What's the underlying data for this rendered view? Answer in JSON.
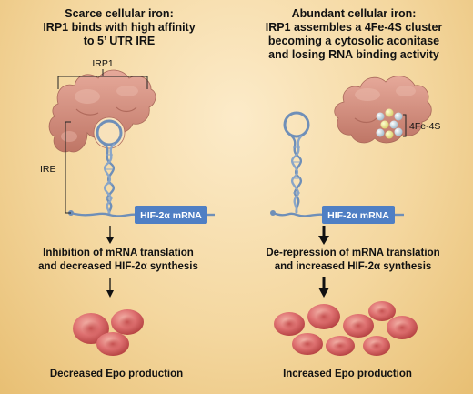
{
  "left_panel": {
    "heading_lines": [
      "Scarce cellular iron:",
      "IRP1 binds with high affinity",
      "to 5’ UTR IRE"
    ],
    "irp1_label": "IRP1",
    "ire_label": "IRE",
    "mrna_label": "HIF-2α mRNA",
    "effect_lines": [
      "Inhibition of mRNA translation",
      "and decreased HIF-2α synthesis"
    ],
    "outcome": "Decreased Epo production"
  },
  "right_panel": {
    "heading_lines": [
      "Abundant cellular iron:",
      "IRP1 assembles a 4Fe-4S cluster",
      "becoming a cytosolic aconitase",
      "and losing RNA binding activity"
    ],
    "cluster_label": "4Fe-4S",
    "mrna_label": "HIF-2α mRNA",
    "effect_lines": [
      "De-repression of mRNA translation",
      "and increased HIF-2α synthesis"
    ],
    "outcome": "Increased Epo production"
  },
  "colors": {
    "background": "#f4d79f",
    "protein": "#d08b7c",
    "rna": "#6f8fb8",
    "mrna_box": "#4f7fc4",
    "cell": "#d55a5a",
    "iron_sulfur": "#a9c7d4"
  }
}
